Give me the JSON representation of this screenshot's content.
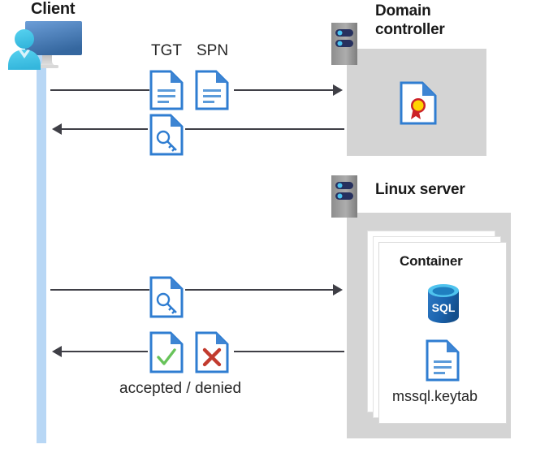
{
  "diagram": {
    "title_client": "Client",
    "title_domain_controller": "Domain\ncontroller",
    "title_domain_controller_line1": "Domain",
    "title_domain_controller_line2": "controller",
    "title_linux_server": "Linux server",
    "title_container": "Container",
    "label_tgt": "TGT",
    "label_spn": "SPN",
    "label_accepted_denied": "accepted / denied",
    "label_keytab": "mssql.keytab",
    "label_sql": "SQL"
  },
  "icons": {
    "client_machine": "client-computer-icon",
    "server": "server-icon",
    "document": "document-icon",
    "key_document": "key-document-icon",
    "certificate_document": "certificate-document-icon",
    "accepted_document": "accepted-check-document-icon",
    "denied_document": "denied-cross-document-icon",
    "sql_database": "sql-database-icon",
    "keytab_document": "keytab-document-icon"
  },
  "flows": [
    {
      "name": "client-to-dc-request",
      "direction": "right",
      "from": "Client",
      "to": "Domain controller",
      "artifacts": [
        "TGT",
        "SPN"
      ]
    },
    {
      "name": "dc-to-client-ticket",
      "direction": "left",
      "from": "Domain controller",
      "to": "Client",
      "artifacts": [
        "service ticket"
      ]
    },
    {
      "name": "client-to-linux-ticket",
      "direction": "right",
      "from": "Client",
      "to": "Linux server",
      "artifacts": [
        "service ticket"
      ]
    },
    {
      "name": "linux-to-client-result",
      "direction": "left",
      "from": "Linux server",
      "to": "Client",
      "artifacts": [
        "accepted",
        "denied"
      ]
    }
  ],
  "colors": {
    "lifeline": "#B8D7F5",
    "panel_gray": "#D4D4D4",
    "doc_blue": "#2F7DD1",
    "doc_fold": "#3E85D3",
    "arrow": "#3F3F46",
    "server_gray": "#9A9A9A",
    "server_bar": "#26305E",
    "server_dot": "#49C3F0",
    "sql_body": "#1E68B3",
    "sql_top": "#4FC3EE",
    "check_green": "#68C35A",
    "cross_red": "#C23B2E",
    "cert_gold": "#FFD400",
    "cert_ribbon": "#CC2127",
    "monitor_blue_top": "#5A8FD0",
    "monitor_blue_bottom": "#3B6FB5",
    "person_cyan": "#49C3E8",
    "text_dark": "#1A1A1A"
  }
}
